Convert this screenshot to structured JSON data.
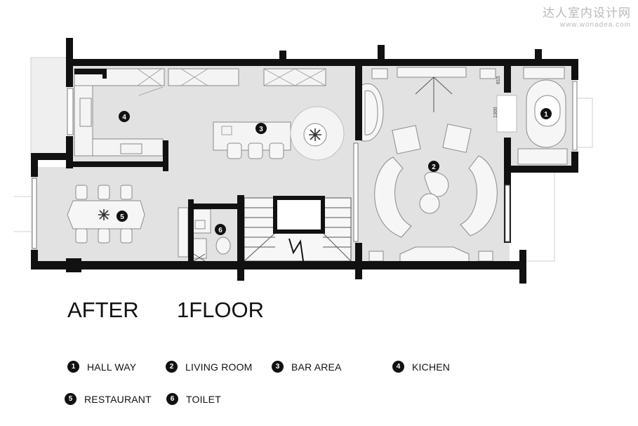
{
  "watermark": {
    "chinese": "达人室内设计网",
    "url": "www.wonadea.com"
  },
  "title": {
    "before": "AFTER",
    "floor": "1FLOOR"
  },
  "dimensions": {
    "top": "815",
    "side": "1300"
  },
  "markers": [
    "1",
    "2",
    "3",
    "4",
    "5",
    "6"
  ],
  "legend": [
    {
      "num": "1",
      "label": "HALL WAY"
    },
    {
      "num": "2",
      "label": "LIVING ROOM"
    },
    {
      "num": "3",
      "label": "BAR AREA"
    },
    {
      "num": "4",
      "label": "KICHEN"
    },
    {
      "num": "5",
      "label": "RESTAURANT"
    },
    {
      "num": "6",
      "label": "TOILET"
    }
  ]
}
